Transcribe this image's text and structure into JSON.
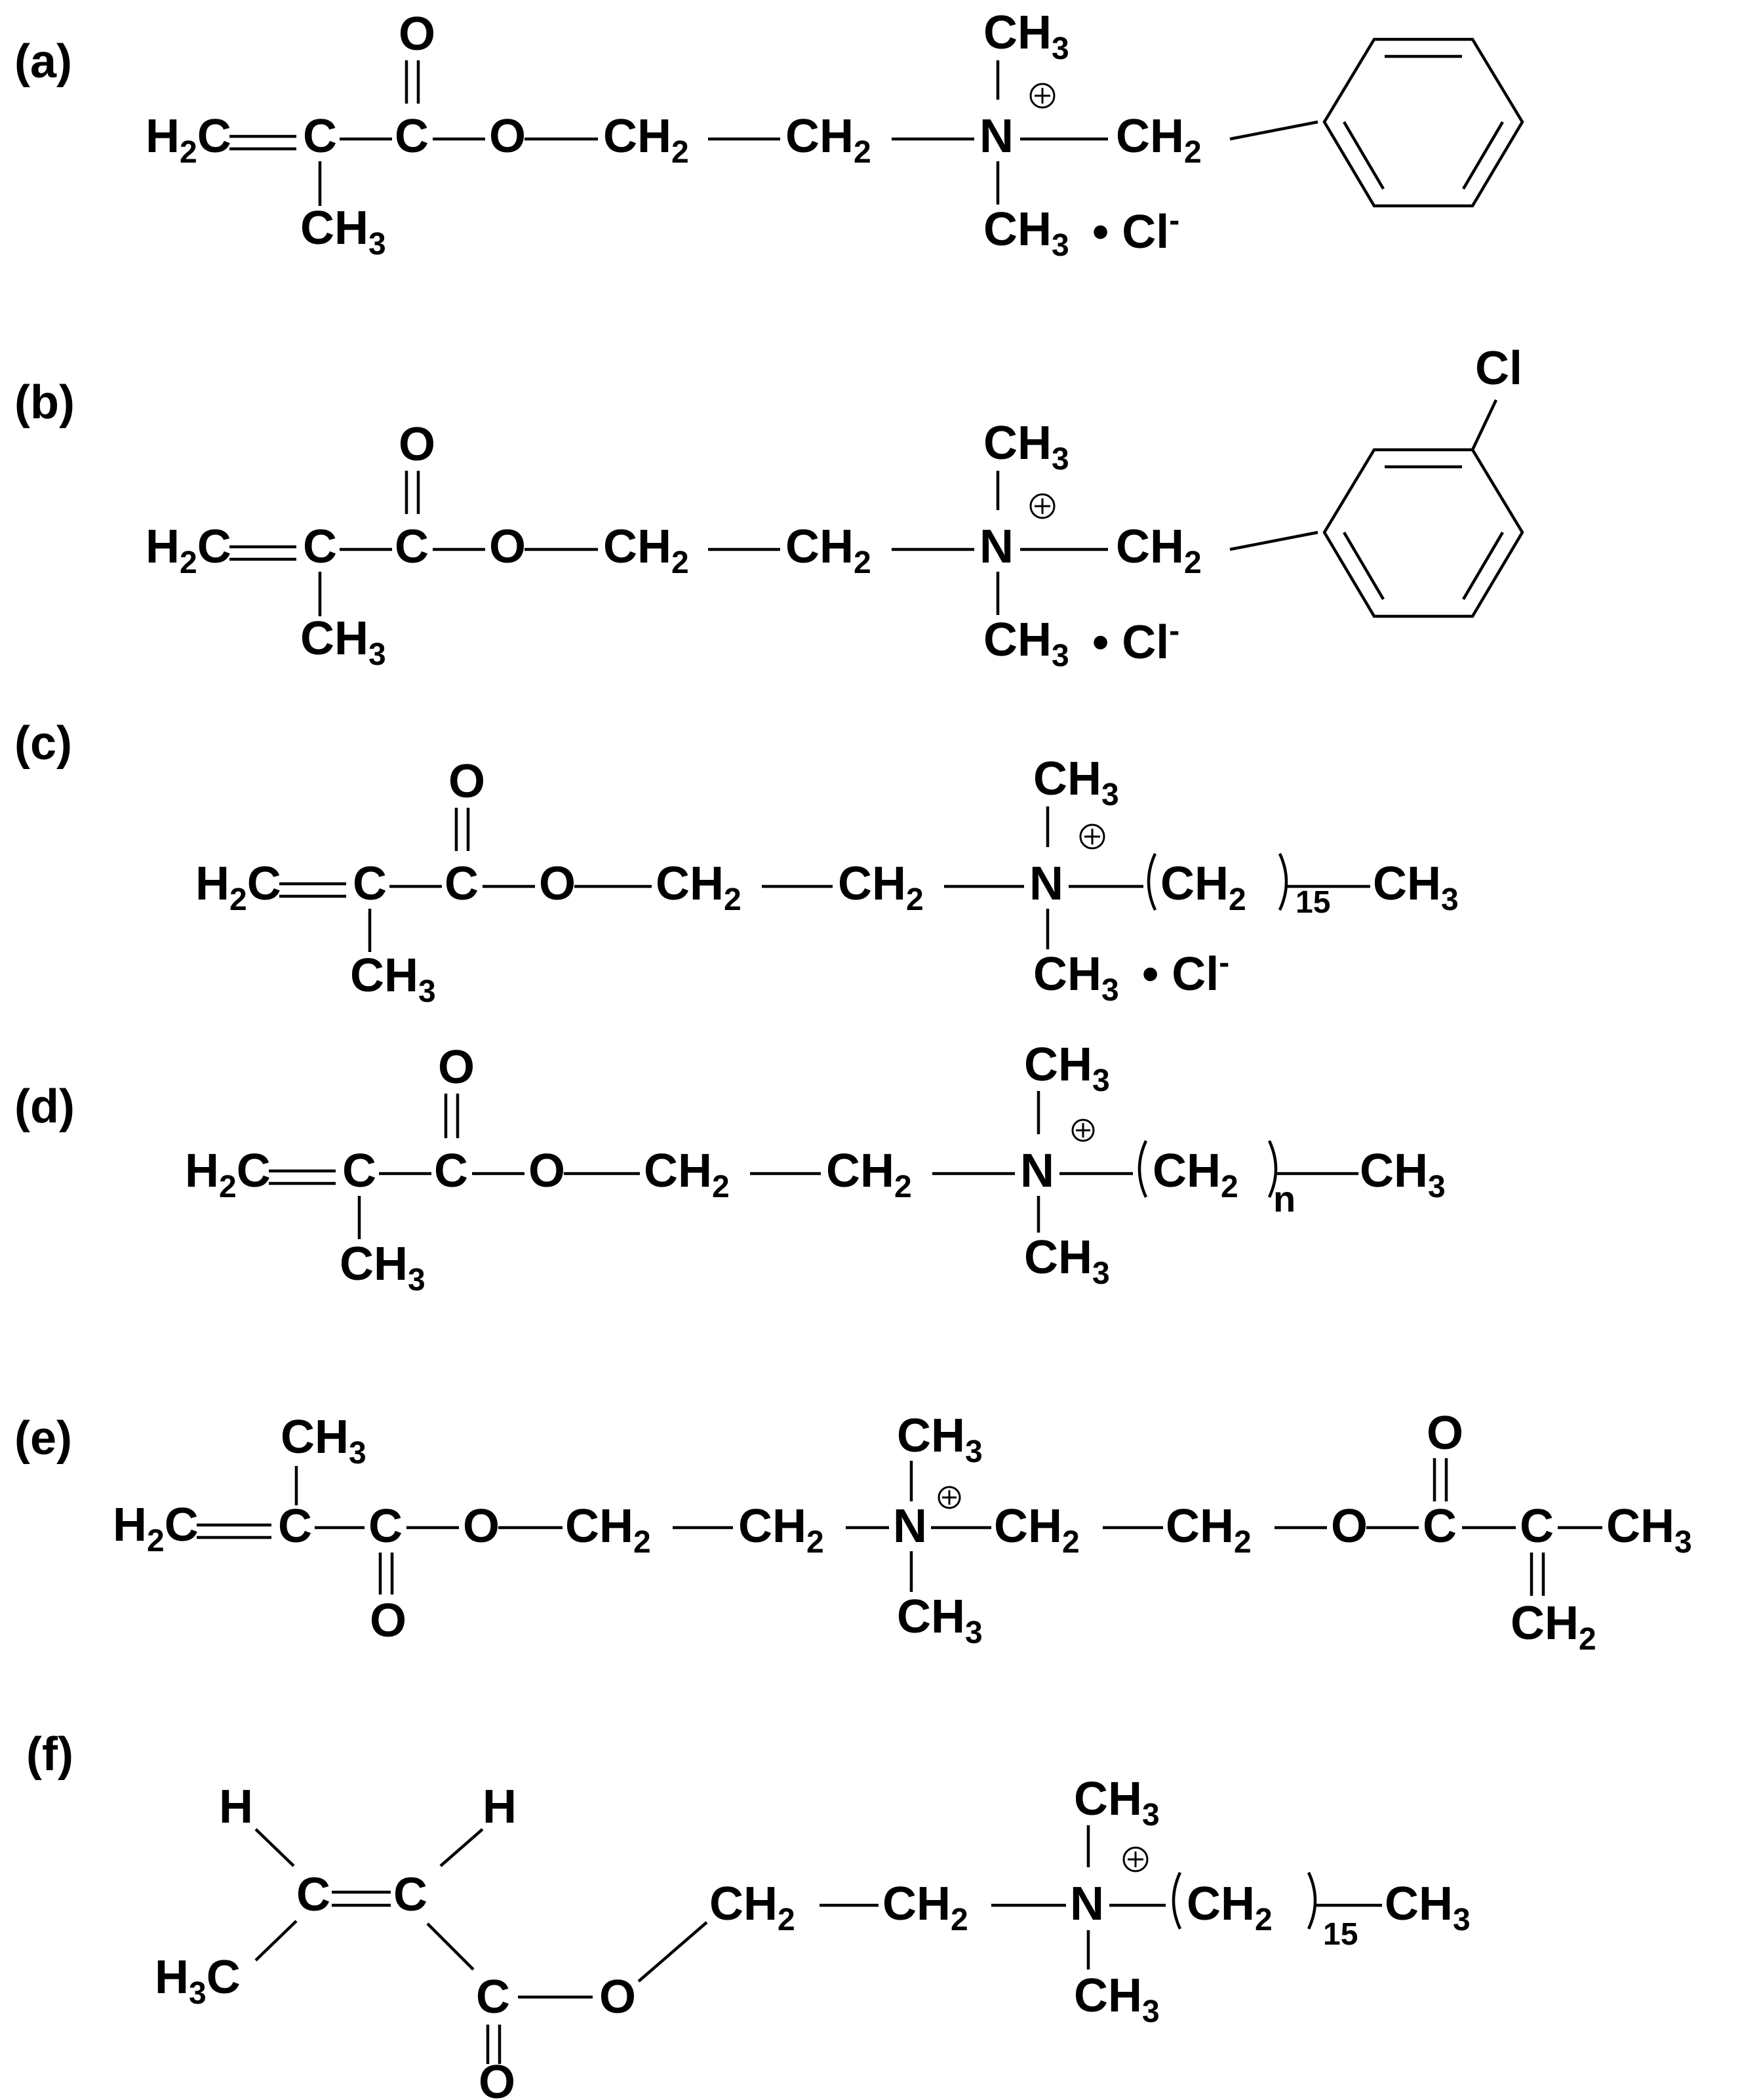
{
  "panels": [
    {
      "label": "(a)",
      "chain": [
        "H2C",
        "C",
        "C",
        "O",
        "CH2",
        "CH2",
        "N",
        "CH2"
      ],
      "methyl": "CH3",
      "carbonyl_o": "O",
      "n_top": "CH3",
      "n_bottom": "CH3",
      "counter_ion": "Cl",
      "substituent": "phenyl"
    },
    {
      "label": "(b)",
      "chain": [
        "H2C",
        "C",
        "C",
        "O",
        "CH2",
        "CH2",
        "N",
        "CH2"
      ],
      "methyl": "CH3",
      "carbonyl_o": "O",
      "n_top": "CH3",
      "n_bottom": "CH3",
      "counter_ion": "Cl",
      "ring_substituent": "Cl",
      "substituent": "3-chlorophenyl"
    },
    {
      "label": "(c)",
      "chain": [
        "H2C",
        "C",
        "C",
        "O",
        "CH2",
        "CH2",
        "N",
        "(CH2)",
        "CH3"
      ],
      "methyl": "CH3",
      "carbonyl_o": "O",
      "n_top": "CH3",
      "n_bottom": "CH3",
      "counter_ion": "Cl",
      "repeat_subscript": "15"
    },
    {
      "label": "(d)",
      "chain": [
        "H2C",
        "C",
        "C",
        "O",
        "CH2",
        "CH2",
        "N",
        "(CH2)",
        "CH3"
      ],
      "methyl": "CH3",
      "carbonyl_o": "O",
      "n_top": "CH3",
      "n_bottom": "CH3",
      "repeat_subscript": "n"
    },
    {
      "label": "(e)",
      "chain": [
        "H2C",
        "C",
        "C",
        "O",
        "CH2",
        "CH2",
        "N",
        "CH2",
        "CH2",
        "O",
        "C",
        "C",
        "CH3"
      ],
      "methyl": "CH3",
      "carbonyl_o": "O",
      "n_top": "CH3",
      "n_bottom": "CH3",
      "terminal_vinyl": "CH2"
    },
    {
      "label": "(f)",
      "chain": [
        "H3C",
        "C",
        "C",
        "C",
        "O",
        "CH2",
        "CH2",
        "N",
        "(CH2)",
        "CH3"
      ],
      "h_left": "H",
      "h_right": "H",
      "carbonyl_o": "O",
      "n_top": "CH3",
      "n_bottom": "CH3",
      "repeat_subscript": "15"
    }
  ],
  "symbols": {
    "charge": "+",
    "counter_sep": "•",
    "minus": "-"
  }
}
